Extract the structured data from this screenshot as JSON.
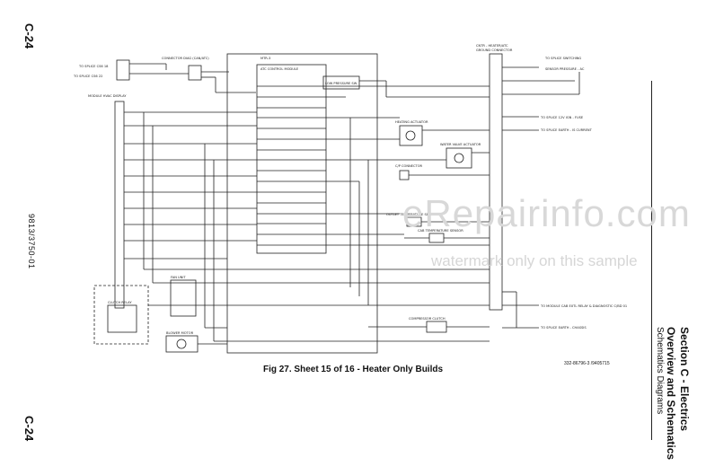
{
  "page": {
    "page_num_top": "C-24",
    "page_num_bottom": "C-24",
    "doc_number": "9813/3750-01",
    "section_title": "Section C - Electrics",
    "section_subtitle": "Overview and Schematics",
    "section_sub2": "Schematics Diagrams",
    "figure_caption": "Fig 27. Sheet 15 of 16 - Heater Only Builds",
    "drawing_ref": "332-86796-3 /9405715"
  },
  "watermark": {
    "main": "eRepairinfo.com",
    "sub": "watermark only on this sample"
  },
  "schematic": {
    "connector_tag": "CNTR - HEATER/ATC",
    "connector_tag2": "GROUND CONNECTOR",
    "control_module_label": "ATC CONTROL MODULE",
    "control_module_code": "MTR-3",
    "low_pressure_sw": "LOW PRESSURE SW",
    "heating_actuator": "HEATING ACTUATOR",
    "water_valve_actuator": "WATER VALVE ACTUATOR",
    "cp_connector": "C/P CONNECTOR",
    "outlet_temp_sensor": "OUTLET TEMPERATURE SENSOR",
    "cab_temp_sensor": "CAB TEMPERATURE SENSOR",
    "fan_unit": "FAN UNIT",
    "clutch_relay": "CLUTCH RELAY",
    "blower_motor": "BLOWER MOTOR",
    "compressor_clutch": "COMPRESSOR CLUTCH",
    "to_splice_top": "TO SPLICE CS6 18",
    "to_splice_top2": "TO SPLICE CS6 22",
    "connector_diag": "CONNECTOR DIAG (CAN/ATC)",
    "module_display": "MODULE HVAC DISPLAY",
    "sensor_pressure": "SENSOR PRESSURE - AC",
    "splice_switch": "TO SPLICE SWITCHING",
    "splice_fuse": "TO SPLICE 12V IGN - FUSE",
    "splice_earth_current": "TO SPLICE EARTH - IS CURRENT",
    "splice_module": "TO MODULE CAB EXTL RELAY & DIAGNOSTIC C/BD 01",
    "splice_earth_chassis": "TO SPLICE EARTH - CHASSIS"
  }
}
